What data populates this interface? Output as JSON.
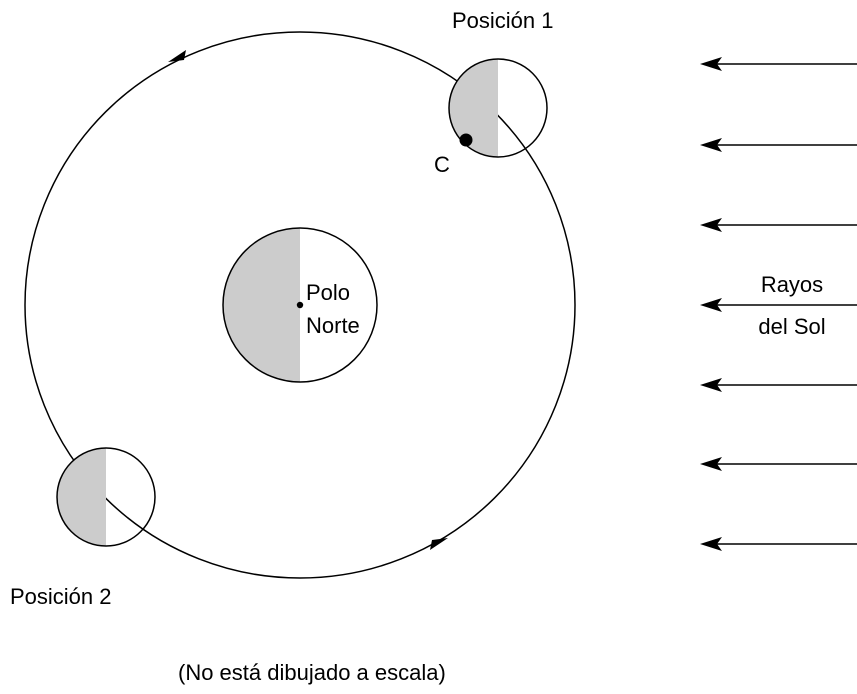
{
  "labels": {
    "position_1": "Posición 1",
    "position_2": "Posición 2",
    "point_c": "C",
    "north_pole_line1": "Polo",
    "north_pole_line2": "Norte",
    "sun_rays_line1": "Rayos",
    "sun_rays_line2": "del Sol",
    "scale_note": "(No está dibujado a escala)"
  },
  "colors": {
    "shaded": "#cccccc",
    "stroke": "#000000",
    "background": "#ffffff"
  },
  "sun_rays": {
    "count": 7,
    "direction": "right-to-left"
  },
  "orbit": {
    "direction": "counterclockwise"
  }
}
